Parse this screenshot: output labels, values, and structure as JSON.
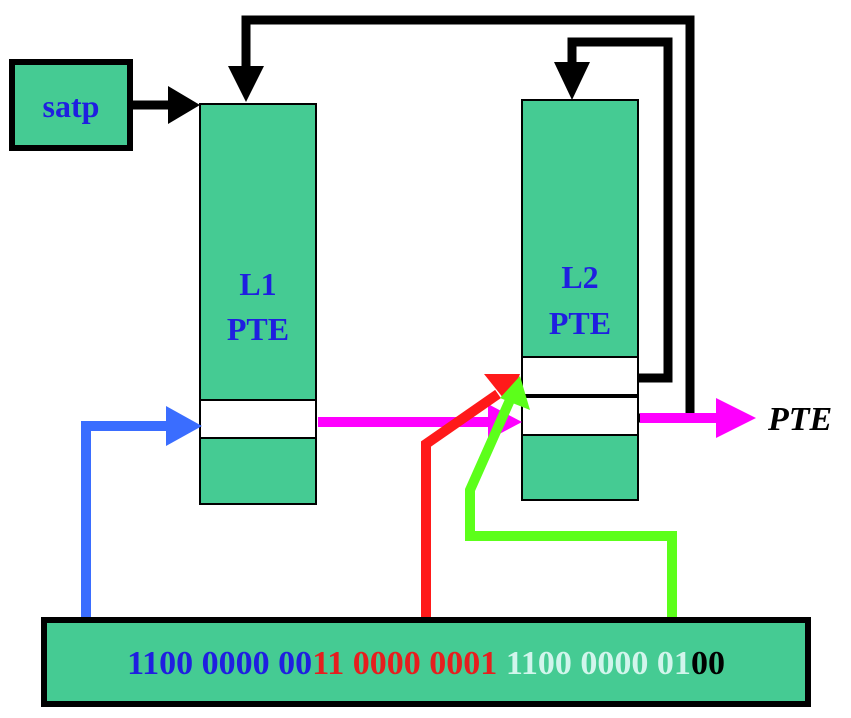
{
  "satp": {
    "label": "satp"
  },
  "l1": {
    "line1": "L1",
    "line2": "PTE"
  },
  "l2": {
    "line1": "L2",
    "line2": "PTE"
  },
  "output": {
    "label": "PTE"
  },
  "address": {
    "segments": [
      {
        "text": "1100 0000 00",
        "color": "#1f1fe0"
      },
      {
        "text": "11 0000 0001",
        "color": "#e61e1e"
      },
      {
        "text": " 1100 0000 01",
        "color": "#d2f5ec"
      },
      {
        "text": "00",
        "color": "#000000"
      }
    ]
  },
  "colors": {
    "box_fill": "#45cb93",
    "label_blue": "#1f1fe0",
    "arrow_black": "#000000",
    "arrow_magenta": "#ff00ff",
    "arrow_blue": "#3a6dff",
    "arrow_red": "#ff1a1a",
    "arrow_green": "#5cff1a"
  }
}
